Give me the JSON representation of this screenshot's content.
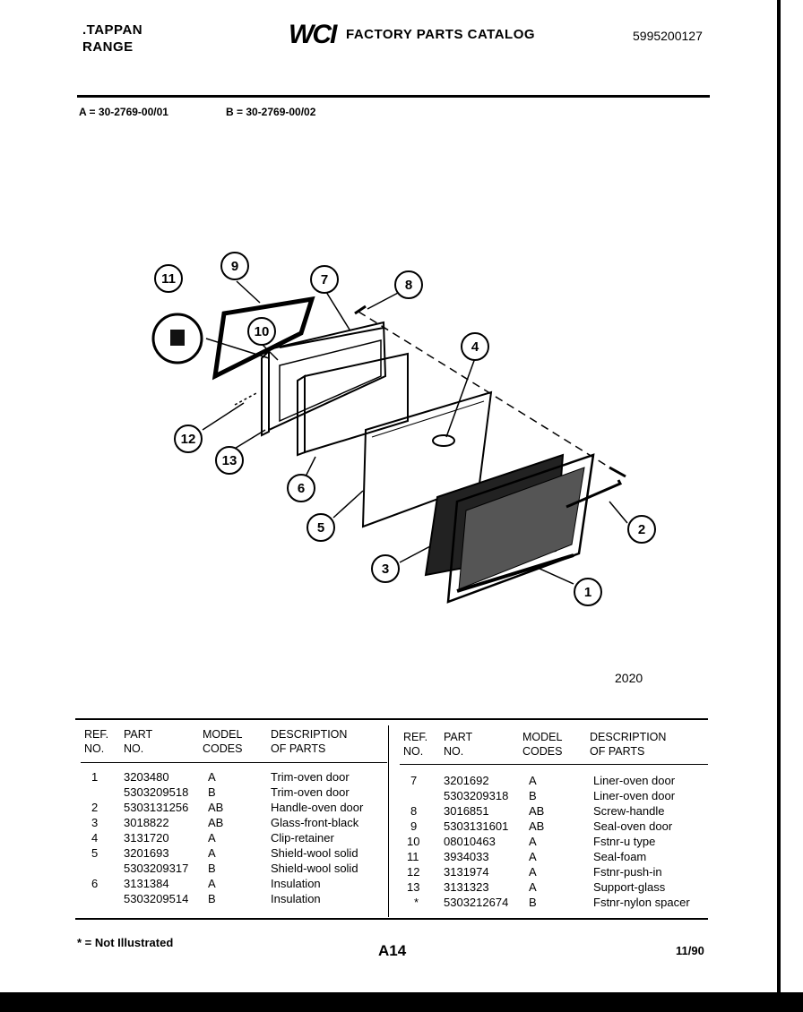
{
  "header": {
    "brand_line1": ".TAPPAN",
    "brand_line2": "RANGE",
    "logo_text": "WCI",
    "catalog_title": "FACTORY PARTS CATALOG",
    "catalog_number": "5995200127"
  },
  "models": {
    "a": "A = 30-2769-00/01",
    "b": "B = 30-2769-00/02"
  },
  "diagram": {
    "figure_number": "2020",
    "callouts": [
      "1",
      "2",
      "3",
      "4",
      "5",
      "6",
      "7",
      "8",
      "9",
      "10",
      "11",
      "12",
      "13"
    ]
  },
  "table": {
    "headers": {
      "ref": [
        "REF.",
        "NO."
      ],
      "part": [
        "PART",
        "NO."
      ],
      "model": [
        "MODEL",
        "CODES"
      ],
      "desc": [
        "DESCRIPTION",
        "OF PARTS"
      ]
    },
    "left_rows": [
      {
        "ref": "1",
        "part": "3203480",
        "model": "A",
        "desc": "Trim-oven door"
      },
      {
        "ref": "",
        "part": "5303209518",
        "model": "B",
        "desc": "Trim-oven door"
      },
      {
        "ref": "2",
        "part": "5303131256",
        "model": "AB",
        "desc": "Handle-oven door"
      },
      {
        "ref": "3",
        "part": "3018822",
        "model": "AB",
        "desc": "Glass-front-black"
      },
      {
        "ref": "4",
        "part": "3131720",
        "model": "A",
        "desc": "Clip-retainer"
      },
      {
        "ref": "5",
        "part": "3201693",
        "model": "A",
        "desc": "Shield-wool solid"
      },
      {
        "ref": "",
        "part": "5303209317",
        "model": "B",
        "desc": "Shield-wool solid"
      },
      {
        "ref": "6",
        "part": "3131384",
        "model": "A",
        "desc": "Insulation"
      },
      {
        "ref": "",
        "part": "5303209514",
        "model": "B",
        "desc": "Insulation"
      }
    ],
    "right_rows": [
      {
        "ref": "7",
        "part": "3201692",
        "model": "A",
        "desc": "Liner-oven door"
      },
      {
        "ref": "",
        "part": "5303209318",
        "model": "B",
        "desc": "Liner-oven door"
      },
      {
        "ref": "8",
        "part": "3016851",
        "model": "AB",
        "desc": "Screw-handle"
      },
      {
        "ref": "9",
        "part": "5303131601",
        "model": "AB",
        "desc": "Seal-oven door"
      },
      {
        "ref": "10",
        "part": "08010463",
        "model": "A",
        "desc": "Fstnr-u type"
      },
      {
        "ref": "11",
        "part": "3934033",
        "model": "A",
        "desc": "Seal-foam"
      },
      {
        "ref": "12",
        "part": "3131974",
        "model": "A",
        "desc": "Fstnr-push-in"
      },
      {
        "ref": "13",
        "part": "3131323",
        "model": "A",
        "desc": "Support-glass"
      },
      {
        "ref": "*",
        "part": "5303212674",
        "model": "B",
        "desc": "Fstnr-nylon spacer"
      }
    ]
  },
  "footer": {
    "note": "* = Not Illustrated",
    "page_code": "A14",
    "date": "11/90"
  }
}
